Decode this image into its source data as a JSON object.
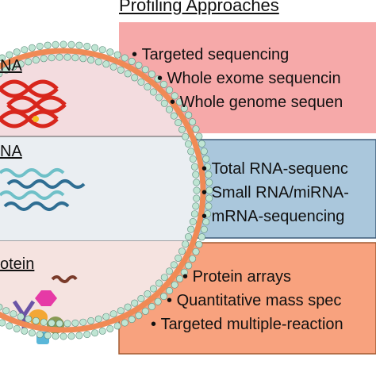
{
  "title": "Profiling Approaches",
  "rows": [
    {
      "label": "NA",
      "bullets": [
        "Targeted sequencing",
        "Whole exome sequencin",
        "Whole genome sequen"
      ]
    },
    {
      "label": "NA",
      "bullets": [
        "Total RNA-sequenc",
        "Small RNA/miRNA-",
        "mRNA-sequencing"
      ]
    },
    {
      "label": "otein",
      "bullets": [
        "Protein arrays",
        "Quantitative mass spec",
        "Targeted multiple-reaction"
      ]
    }
  ],
  "colors": {
    "dna_band": "#f6a9a9",
    "rna_band": "#aac7dc",
    "protein_band": "#f8a27e",
    "membrane_bead": "#bfe5d3",
    "membrane_core": "#f08a55"
  }
}
